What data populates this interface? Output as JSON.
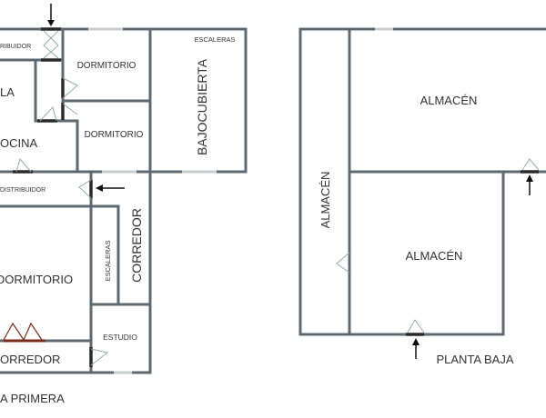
{
  "colors": {
    "wall": "#5d6870",
    "text": "#333333",
    "door_frame": "#2a2a2a",
    "double_door": "#7a2a1a"
  },
  "plan_primera": {
    "title": "A PRIMERA",
    "rooms": {
      "distribuidor_top": "RIBUIDOR",
      "dormitorio_1": "DORMITORIO",
      "escaleras_top": "ESCALERAS",
      "bajocubierta": "BAJOCUBIERTA",
      "sala": "LA",
      "cocina": "OCINA",
      "dormitorio_2": "DORMITORIO",
      "distribuidor": "DISTRIBUIDOR",
      "dormitorio_3": "DORMITORIO",
      "escaleras": "ESCALERAS",
      "corredor_vertical": "CORREDOR",
      "estudio": "ESTUDIO",
      "corredor": "ORREDOR"
    }
  },
  "plan_baja": {
    "title": "PLANTA BAJA",
    "rooms": {
      "almacen_1": "ALMACÉN",
      "almacen_2": "ALMACÉN",
      "almacen_vertical": "ALMACÉN"
    }
  },
  "icons": [
    "entrance-arrow-icon",
    "door-swing-icon"
  ]
}
